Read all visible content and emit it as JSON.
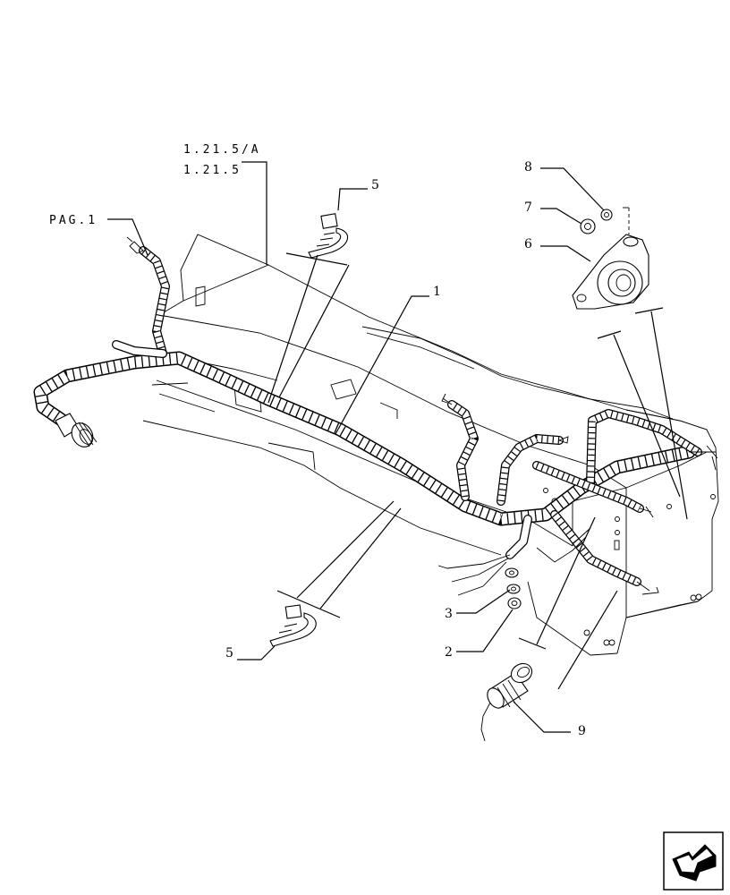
{
  "references": {
    "ref_a": "1.21.5/A",
    "ref_b": "1.21.5",
    "page": "PAG.1"
  },
  "callouts": [
    "1",
    "2",
    "3",
    "5",
    "5",
    "6",
    "7",
    "8",
    "9"
  ],
  "nav_icon": "next-page-arrow-icon"
}
